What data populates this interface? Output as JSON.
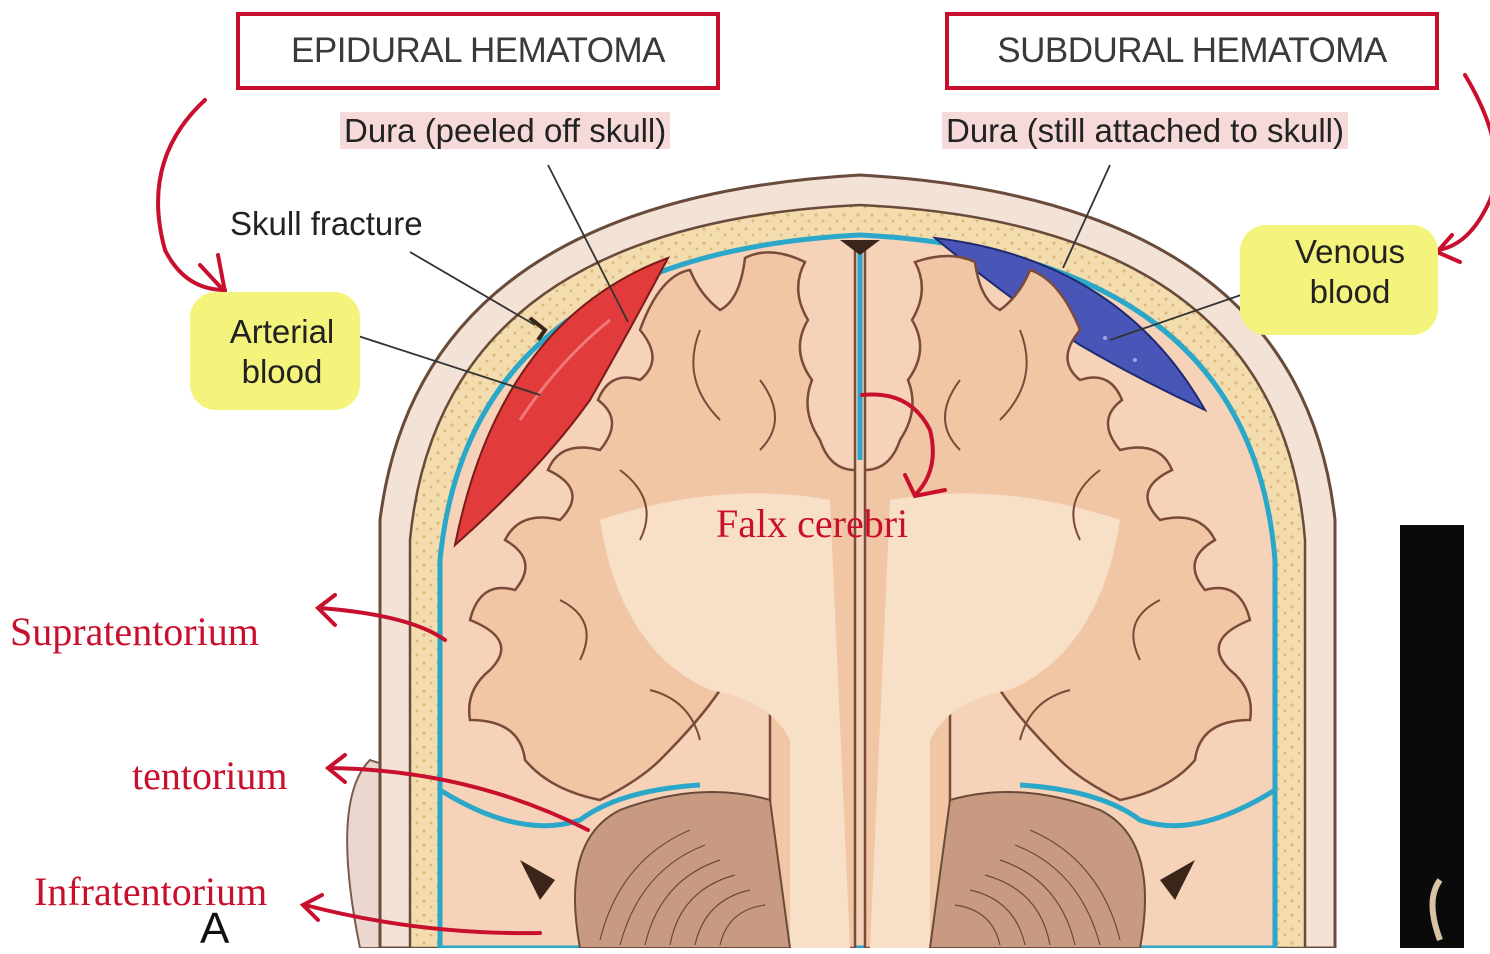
{
  "titles": {
    "epidural": "EPIDURAL HEMATOMA",
    "subdural": "SUBDURAL HEMATOMA"
  },
  "labels": {
    "dura_peeled": "Dura (peeled off skull)",
    "dura_attached": "Dura (still attached to skull)",
    "skull_fracture": "Skull fracture",
    "arterial_line1": "Arterial",
    "arterial_line2": "blood",
    "venous_line1": "Venous",
    "venous_line2": "blood",
    "panel_letter": "A"
  },
  "annotations": {
    "falx": "Falx cerebri",
    "supratentorium": "Supratentorium",
    "tentorium": "tentorium",
    "infratentorium": "Infratentorium"
  },
  "colors": {
    "annotation_red": "#c8102e",
    "highlight_yellow": "#f4f37c",
    "arterial_blood": "#e23b3b",
    "venous_blood": "#4a55b8",
    "dura_blue": "#2aa7c9",
    "brain": "#f1c6a4"
  }
}
